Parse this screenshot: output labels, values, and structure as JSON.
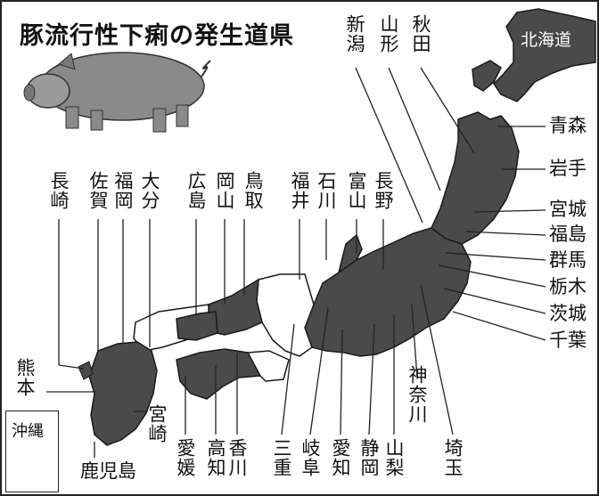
{
  "title": "豚流行性下痢の発生道県",
  "colors": {
    "affected": "#4a4a4a",
    "unaffected": "#ffffff",
    "outline": "#1a1a1a",
    "pig": "#8a8a8a"
  },
  "icons": {
    "pig": "pig-illustration"
  },
  "prefectures": {
    "hokkaido": "北海道",
    "aomori": "青森",
    "akita": "秋田",
    "iwate": "岩手",
    "yamagata": "山形",
    "miyagi": "宮城",
    "niigata": "新潟",
    "fukushima": "福島",
    "gunma": "群馬",
    "tochigi": "栃木",
    "ibaraki": "茨城",
    "chiba": "千葉",
    "saitama": "埼玉",
    "kanagawa": "神奈川",
    "yamanashi": "山梨",
    "shizuoka": "静岡",
    "aichi": "愛知",
    "gifu": "岐阜",
    "mie": "三重",
    "nagano": "長野",
    "toyama": "富山",
    "ishikawa": "石川",
    "fukui": "福井",
    "tottori": "鳥取",
    "okayama": "岡山",
    "hiroshima": "広島",
    "kagawa": "香川",
    "kochi": "高知",
    "ehime": "愛媛",
    "oita": "大分",
    "fukuoka": "福岡",
    "saga": "佐賀",
    "nagasaki": "長崎",
    "kumamoto": "熊本",
    "miyazaki": "宮崎",
    "kagoshima": "鹿児島",
    "okinawa": "沖縄"
  }
}
